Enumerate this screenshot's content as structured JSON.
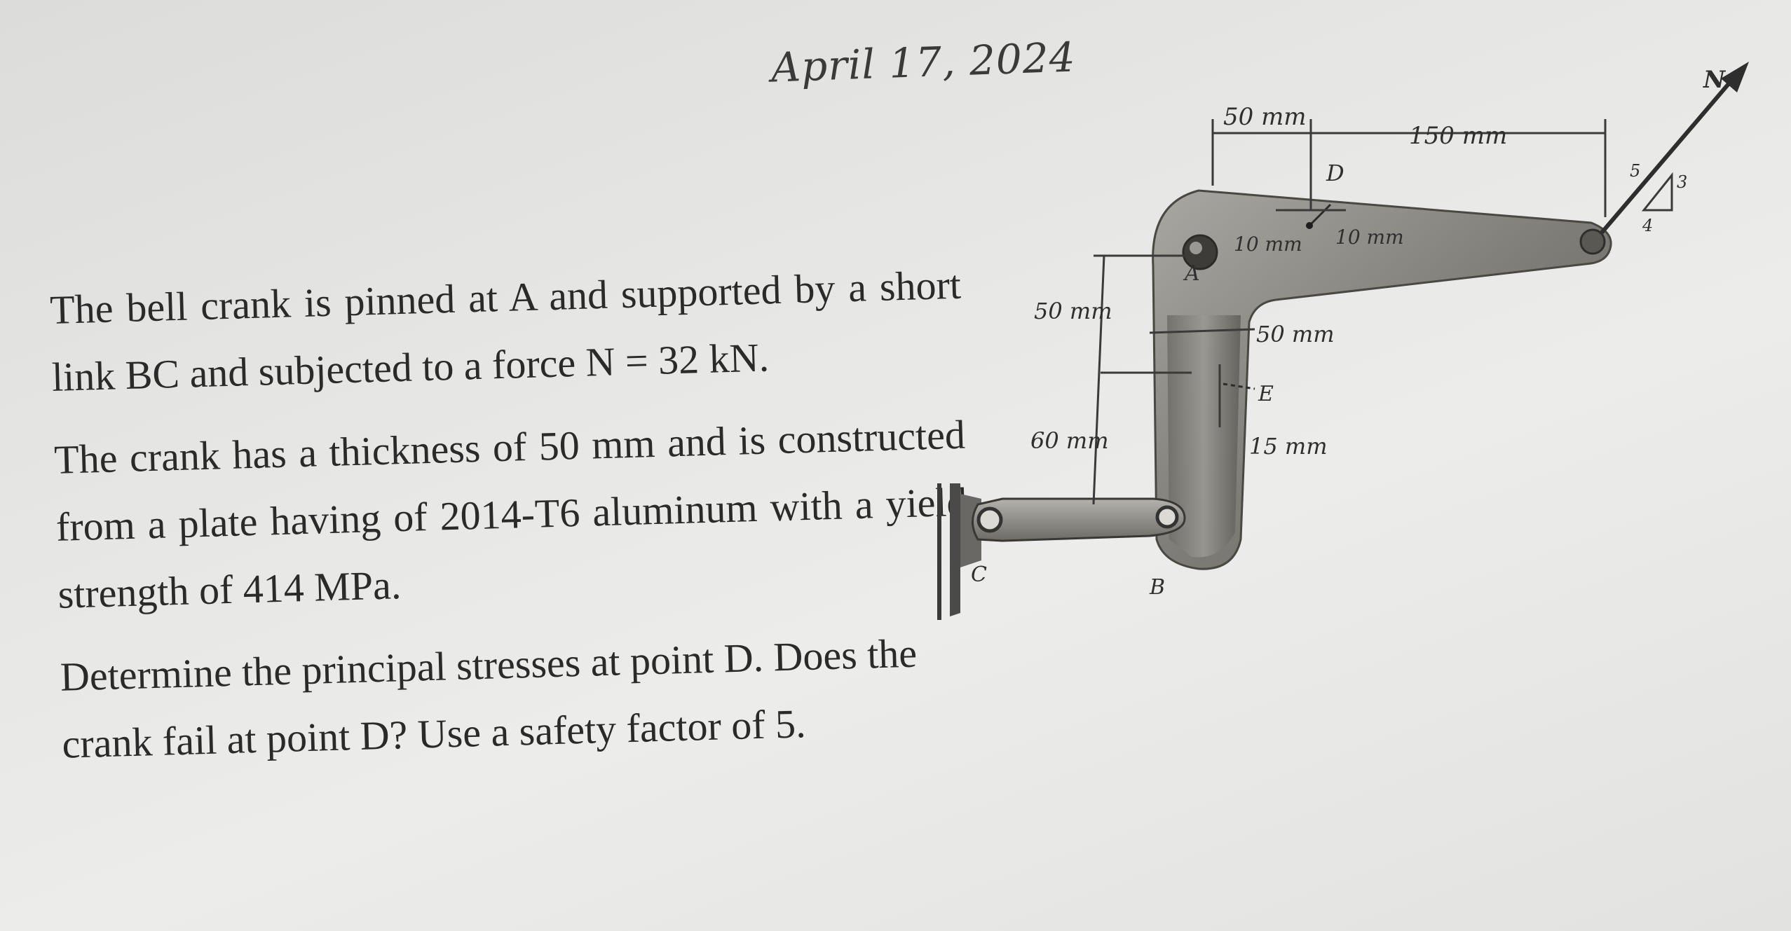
{
  "date_note": "April 17, 2024",
  "problem": {
    "paragraph1": "The bell crank is pinned at A and supported by a short link BC and subjected to a force N = 32 kN.",
    "paragraph2": "The crank has a thickness of 50 mm and is constructed from a plate having of 2014-T6 aluminum with a yield strength of 414 MPa.",
    "paragraph3": "Determine the principal stresses at point D. Does the crank fail at point D? Use a safety factor of 5."
  },
  "figure": {
    "labels": {
      "force": "N",
      "slope_5": "5",
      "slope_3": "3",
      "slope_4": "4",
      "point_a": "A",
      "point_b": "B",
      "point_c": "C",
      "point_d": "D",
      "point_e": "E"
    },
    "dimensions": {
      "top_left": "50 mm",
      "top_right": "150 mm",
      "d_left": "10 mm",
      "d_right": "10 mm",
      "left_upper": "50 mm",
      "right_middle": "50 mm",
      "left_lower": "60 mm",
      "right_lower": "15 mm"
    }
  },
  "colors": {
    "paper": "#e6e6e4",
    "crank_metal": "#8a8882",
    "ink": "#2b2b2b"
  }
}
